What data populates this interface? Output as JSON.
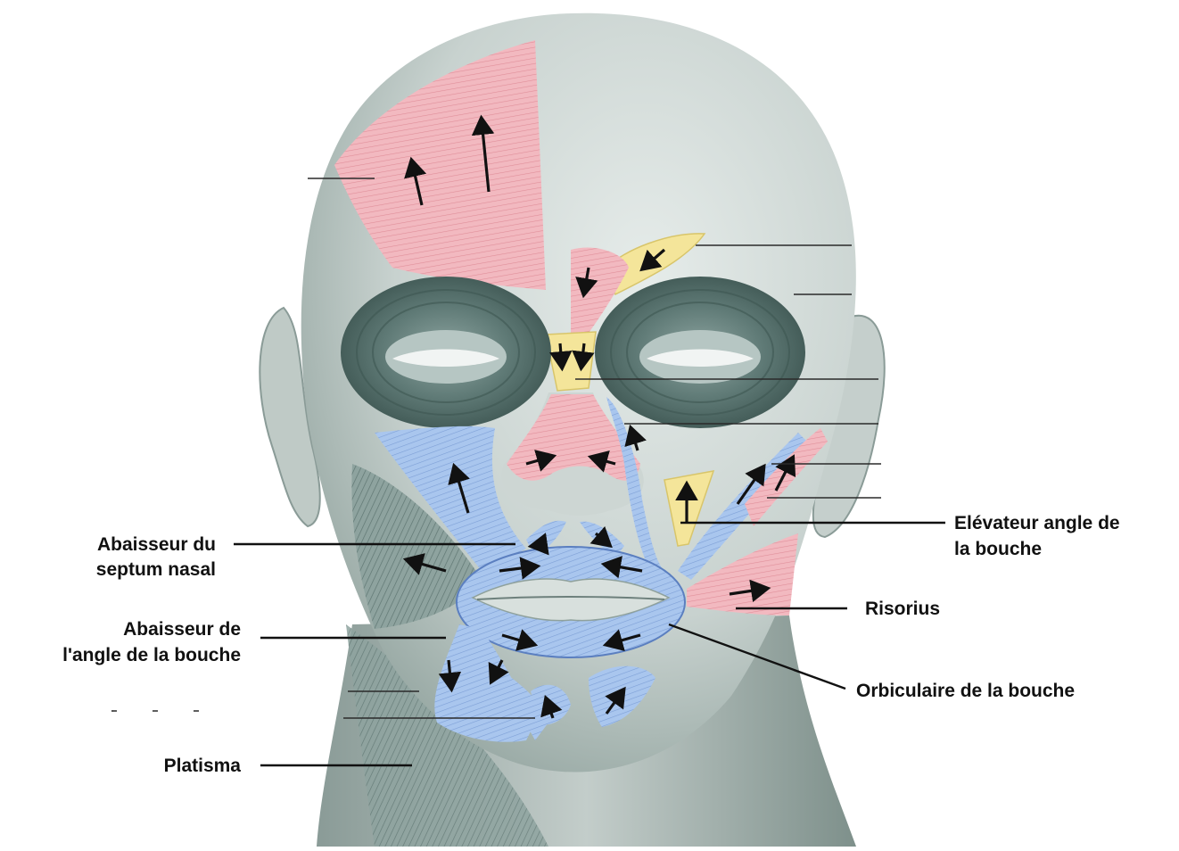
{
  "labels": {
    "abaisseur_septum_line1": "Abaisseur du",
    "abaisseur_septum_line2": "septum nasal",
    "abaisseur_angle_line1": "Abaisseur de",
    "abaisseur_angle_line2": "l'angle de la bouche",
    "platisma": "Platisma",
    "elevateur_line1": "Elévateur angle de",
    "elevateur_line2": "la bouche",
    "risorius": "Risorius",
    "orbiculaire_bouche": "Orbiculaire de la bouche"
  },
  "colors": {
    "skin": "#c9d3d0",
    "skin_light": "#dde4e1",
    "skin_dark": "#9fb0ac",
    "muscle_pink": "#f2b9c0",
    "muscle_blue": "#a9c6ee",
    "muscle_yellow": "#f4e59a",
    "muscle_gray_green": "#6f8a86",
    "eye_ring": "#5d7773",
    "label_text": "#111111"
  }
}
